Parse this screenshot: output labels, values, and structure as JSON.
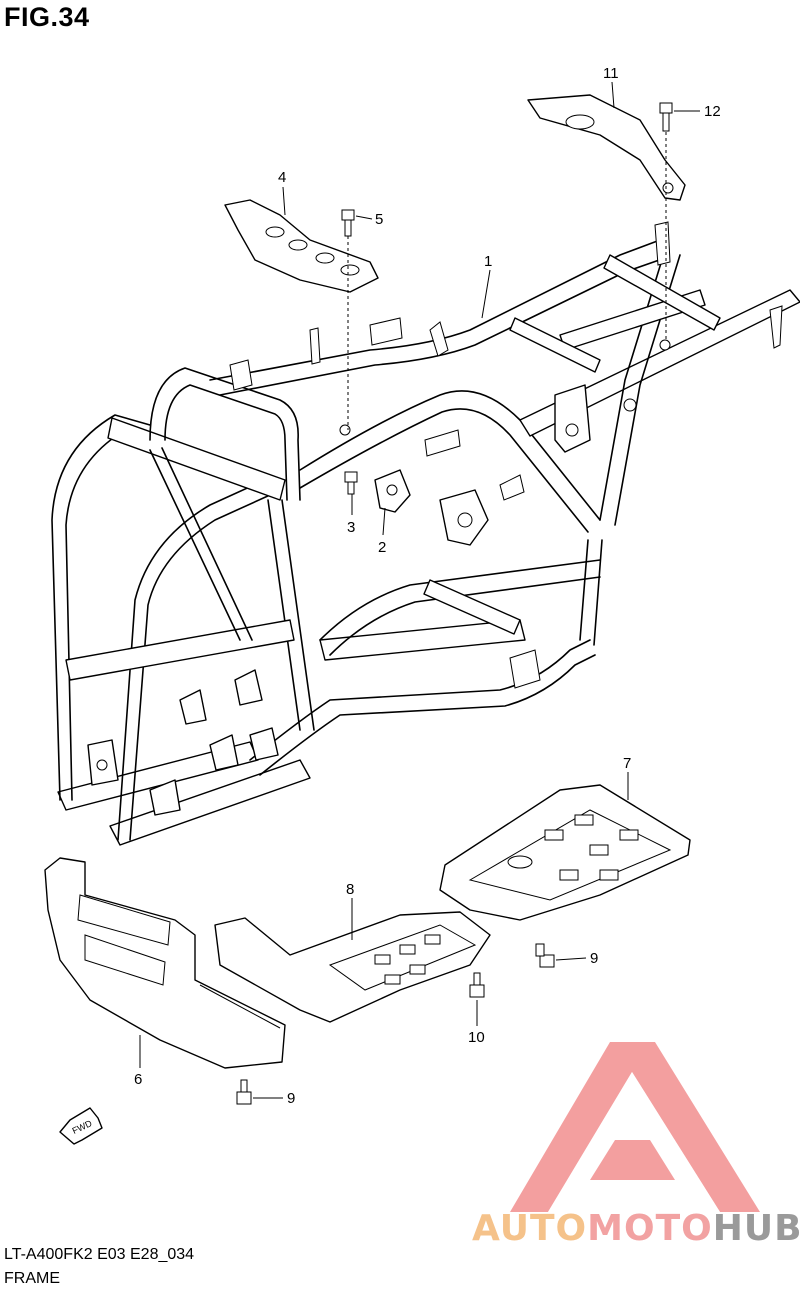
{
  "figure": {
    "title": "FIG.34",
    "model_code": "LT-A400FK2 E03 E28_034",
    "section_name": "FRAME"
  },
  "parts": [
    {
      "number": "1",
      "role": "frame"
    },
    {
      "number": "2",
      "role": "bracket plate"
    },
    {
      "number": "3",
      "role": "bolt"
    },
    {
      "number": "4",
      "role": "rear bracket"
    },
    {
      "number": "5",
      "role": "bolt"
    },
    {
      "number": "6",
      "role": "front guard"
    },
    {
      "number": "7",
      "role": "skid plate rear"
    },
    {
      "number": "8",
      "role": "skid plate front"
    },
    {
      "number": "9",
      "role": "bolt"
    },
    {
      "number": "9",
      "role": "bolt"
    },
    {
      "number": "10",
      "role": "bolt"
    },
    {
      "number": "11",
      "role": "rear bracket"
    },
    {
      "number": "12",
      "role": "bolt"
    }
  ],
  "direction_marker": "FWD",
  "watermark": {
    "part_a": "AUTO",
    "part_b": "MOTO",
    "part_c": "HUB",
    "colors": {
      "auto": "#f5c28a",
      "moto": "#f2a2a2",
      "hub": "#9a9a9a",
      "logo": "#f08080"
    }
  }
}
